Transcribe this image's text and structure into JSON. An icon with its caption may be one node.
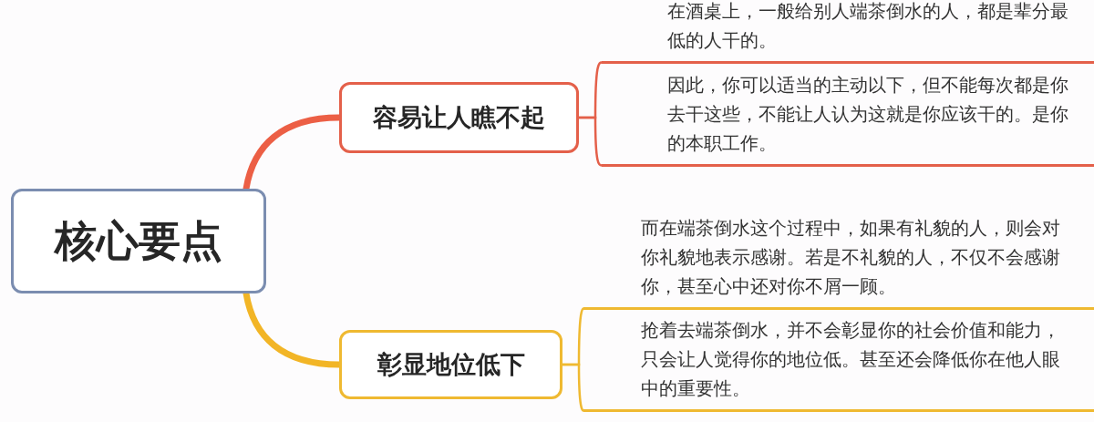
{
  "diagram": {
    "nodes": [
      {
        "text": [
          "核心要点"
        ]
      },
      {
        "text": [
          "容易让人瞧不起"
        ]
      },
      {
        "text": [
          "彰显地位低下"
        ]
      },
      {
        "text": [
          "在酒桌上，一般给别人端茶倒水的人，都是辈分最低的人干的。"
        ]
      },
      {
        "text": [
          "因此，你可以适当的主动以下，但不能每次都是你去干这些，不能让人认为这就是你应该干的。是你的本职工作。"
        ]
      },
      {
        "text": [
          "而在端茶倒水这个过程中，如果有礼貌的人，则会对你礼貌地表示感谢。若是不礼貌的人，不仅不会感谢你，甚至心中还对你不屑一顾。"
        ]
      },
      {
        "text": [
          "抢着去端茶倒水，并不会彰显你的社会价值和能力，只会让人觉得你的地位低。甚至还会降低你在他人眼中的重要性。"
        ]
      }
    ],
    "edges": [
      {
        "from": 0,
        "to": 1,
        "arrow": "none",
        "style": "thick",
        "color": "#ec5f45"
      },
      {
        "from": 0,
        "to": 2,
        "arrow": "none",
        "style": "thick",
        "color": "#f2b526"
      },
      {
        "from": 1,
        "to": 3,
        "arrow": "none",
        "color": "#e4604a"
      },
      {
        "from": 1,
        "to": 4,
        "arrow": "none",
        "color": "#e4604a"
      },
      {
        "from": 2,
        "to": 5,
        "arrow": "none",
        "color": "#efb931"
      },
      {
        "from": 2,
        "to": 6,
        "arrow": "none",
        "color": "#efb931"
      }
    ]
  }
}
